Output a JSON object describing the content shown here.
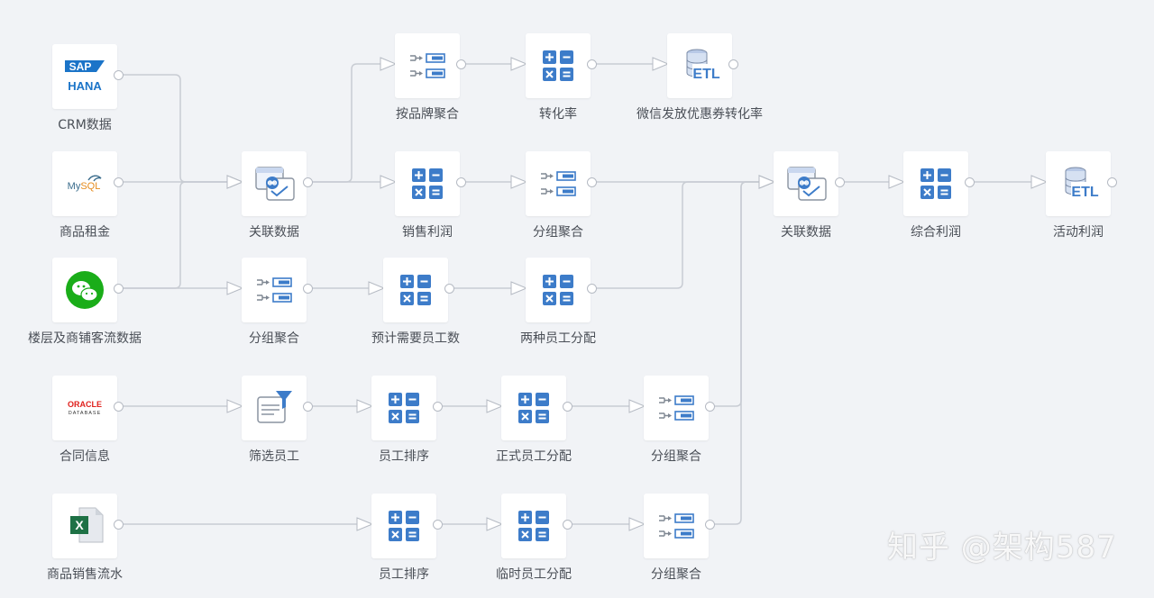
{
  "colors": {
    "edge": "#c8ccd3",
    "icon_blue": "#3d7cc9",
    "background": "#f1f3f6"
  },
  "nodes": [
    {
      "id": "crm",
      "label": "CRM数据",
      "icon": "sap-hana-icon"
    },
    {
      "id": "rent",
      "label": "商品租金",
      "icon": "mysql-icon"
    },
    {
      "id": "traffic",
      "label": "楼层及商铺客流数据",
      "icon": "wechat-icon"
    },
    {
      "id": "contract",
      "label": "合同信息",
      "icon": "oracle-database-icon"
    },
    {
      "id": "sales_flow",
      "label": "商品销售流水",
      "icon": "excel-icon"
    },
    {
      "id": "join1",
      "label": "关联数据",
      "icon": "join-icon"
    },
    {
      "id": "group1",
      "label": "分组聚合",
      "icon": "group-icon"
    },
    {
      "id": "filter",
      "label": "筛选员工",
      "icon": "filter-icon"
    },
    {
      "id": "brand_agg",
      "label": "按品牌聚合",
      "icon": "group-icon"
    },
    {
      "id": "profit",
      "label": "销售利润",
      "icon": "calc-icon"
    },
    {
      "id": "est_staff",
      "label": "预计需要员工数",
      "icon": "calc-icon"
    },
    {
      "id": "sort1",
      "label": "员工排序",
      "icon": "calc-icon"
    },
    {
      "id": "sort2",
      "label": "员工排序",
      "icon": "calc-icon"
    },
    {
      "id": "conv",
      "label": "转化率",
      "icon": "calc-icon"
    },
    {
      "id": "group2",
      "label": "分组聚合",
      "icon": "group-icon"
    },
    {
      "id": "alloc2",
      "label": "两种员工分配",
      "icon": "calc-icon"
    },
    {
      "id": "formal",
      "label": "正式员工分配",
      "icon": "calc-icon"
    },
    {
      "id": "temp",
      "label": "临时员工分配",
      "icon": "calc-icon"
    },
    {
      "id": "wechat_out",
      "label": "微信发放优惠券转化率",
      "icon": "etl-icon"
    },
    {
      "id": "group3",
      "label": "分组聚合",
      "icon": "group-icon"
    },
    {
      "id": "group4",
      "label": "分组聚合",
      "icon": "group-icon"
    },
    {
      "id": "join2",
      "label": "关联数据",
      "icon": "join-icon"
    },
    {
      "id": "overall",
      "label": "综合利润",
      "icon": "calc-icon"
    },
    {
      "id": "activity",
      "label": "活动利润",
      "icon": "etl-icon"
    }
  ],
  "edges": [
    [
      "crm",
      "join1"
    ],
    [
      "rent",
      "join1"
    ],
    [
      "traffic",
      "join1"
    ],
    [
      "traffic",
      "group1"
    ],
    [
      "join1",
      "brand_agg"
    ],
    [
      "join1",
      "profit"
    ],
    [
      "brand_agg",
      "conv"
    ],
    [
      "conv",
      "wechat_out"
    ],
    [
      "profit",
      "group2"
    ],
    [
      "group1",
      "est_staff"
    ],
    [
      "est_staff",
      "alloc2"
    ],
    [
      "contract",
      "filter"
    ],
    [
      "filter",
      "sort1"
    ],
    [
      "sort1",
      "formal"
    ],
    [
      "formal",
      "group3"
    ],
    [
      "sales_flow",
      "sort2"
    ],
    [
      "sort2",
      "temp"
    ],
    [
      "temp",
      "group4"
    ],
    [
      "group2",
      "join2"
    ],
    [
      "alloc2",
      "join2"
    ],
    [
      "group3",
      "join2"
    ],
    [
      "group4",
      "join2"
    ],
    [
      "join2",
      "overall"
    ],
    [
      "overall",
      "activity"
    ]
  ],
  "watermark": "知乎 @架构587"
}
